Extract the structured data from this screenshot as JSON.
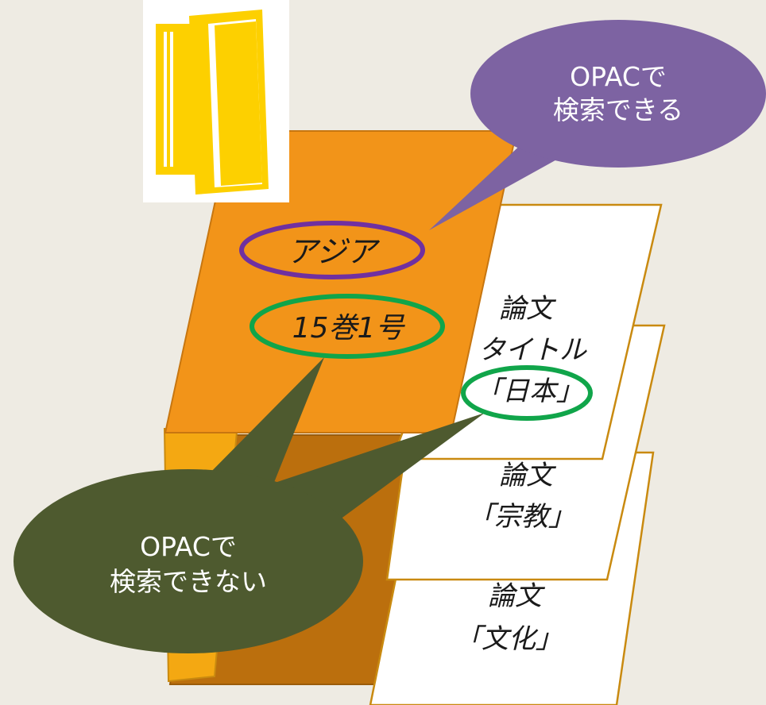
{
  "colors": {
    "background": "#eeebe3",
    "box_front": "#f29419",
    "box_inner": "#bb6f0d",
    "box_side": "#f4a812",
    "book_icon": "#fdd000",
    "purple": "#7d63a2",
    "purple_outline": "#7030a0",
    "green_bubble": "#4e5a2f",
    "green_outline": "#10a54a"
  },
  "icons": {
    "book_icon": "open-book-icon"
  },
  "box": {
    "title": "アジア",
    "volume": "15巻1号"
  },
  "papers": [
    {
      "line1": "論文",
      "line2": "タイトル",
      "line3": "「日本」"
    },
    {
      "line1": "論文",
      "line2": "「宗教」"
    },
    {
      "line1": "論文",
      "line2": "「文化」"
    }
  ],
  "callouts": {
    "searchable": {
      "line1": "OPACで",
      "line2": "検索できる"
    },
    "not_searchable": {
      "line1": "OPACで",
      "line2": "検索できない"
    }
  }
}
